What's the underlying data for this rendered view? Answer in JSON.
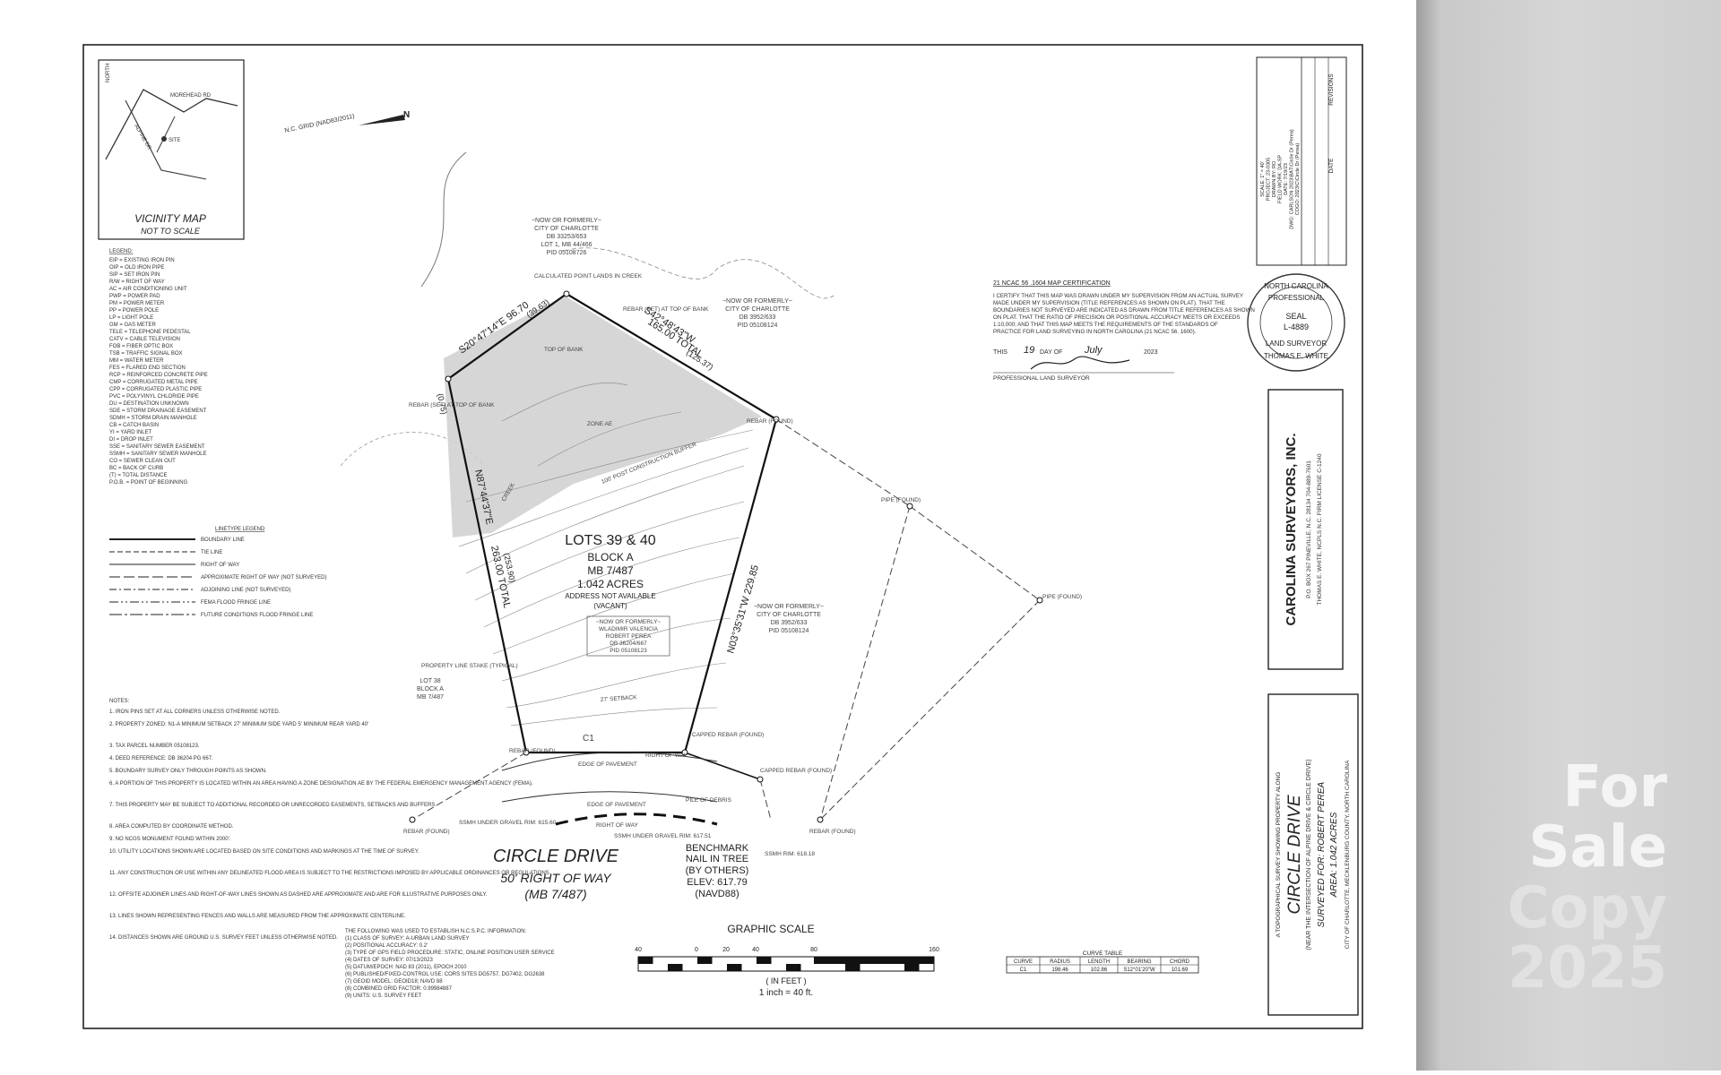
{
  "vicinity_map": {
    "title": "VICINITY MAP",
    "subtitle": "NOT TO SCALE",
    "roads": [
      "MOREHEAD RD",
      "ALPINE DR",
      "SITE"
    ]
  },
  "grid": {
    "north": "N.C. GRID (NAD83/2011)"
  },
  "legend": {
    "title": "LEGEND:",
    "items": [
      "EIP = EXISTING IRON PIN",
      "OIP = OLD IRON PIPE",
      "SIP = SET IRON PIN",
      "R/W = RIGHT OF WAY",
      "AC = AIR CONDITIONING UNIT",
      "PWP = POWER PAD",
      "PM = POWER METER",
      "PP = POWER POLE",
      "LP = LIGHT POLE",
      "GM = GAS METER",
      "TELE = TELEPHONE PEDESTAL",
      "CATV = CABLE TELEVISION",
      "FOB = FIBER OPTIC BOX",
      "TSB = TRAFFIC SIGNAL BOX",
      "MM = WATER METER",
      "FES = FLARED END SECTION",
      "RCP = REINFORCED CONCRETE PIPE",
      "CMP = CORRUGATED METAL PIPE",
      "CPP = CORRUGATED PLASTIC PIPE",
      "PVC = POLYVINYL CHLORIDE PIPE",
      "DU = DESTINATION UNKNOWN",
      "SDE = STORM DRAINAGE EASEMENT",
      "SDMH = STORM DRAIN MANHOLE",
      "CB = CATCH BASIN",
      "YI = YARD INLET",
      "DI = DROP INLET",
      "SSE = SANITARY SEWER EASEMENT",
      "SSMH = SANITARY SEWER MANHOLE",
      "CO = SEWER CLEAN OUT",
      "BC = BACK OF CURB",
      "(T) = TOTAL DISTANCE",
      "P.O.B. = POINT OF BEGINNING"
    ]
  },
  "linetype_legend": {
    "title": "LINETYPE LEGEND",
    "items": [
      "BOUNDARY LINE",
      "TIE LINE",
      "RIGHT OF WAY",
      "APPROXIMATE RIGHT OF WAY (NOT SURVEYED)",
      "ADJOINING LINE (NOT SURVEYED)",
      "FEMA FLOOD FRINGE LINE",
      "FUTURE CONDITIONS FLOOD FRINGE LINE"
    ]
  },
  "notes": {
    "title": "NOTES:",
    "items": [
      "1. IRON PINS SET AT ALL CORNERS UNLESS OTHERWISE NOTED.",
      "2. PROPERTY ZONED: N1-A MINIMUM SETBACK 27' MINIMUM SIDE YARD 5' MINIMUM REAR YARD 40'",
      "3. TAX PARCEL NUMBER 05108123.",
      "4. DEED REFERENCE: DB 36204 PG 667.",
      "5. BOUNDARY SURVEY ONLY THROUGH POINTS AS SHOWN.",
      "6. A PORTION OF THIS PROPERTY IS LOCATED WITHIN AN AREA HAVING A ZONE DESIGNATION AE BY THE FEDERAL EMERGENCY MANAGEMENT AGENCY (FEMA).",
      "7. THIS PROPERTY MAY BE SUBJECT TO ADDITIONAL RECORDED OR UNRECORDED EASEMENTS, SETBACKS AND BUFFERS.",
      "8. AREA COMPUTED BY COORDINATE METHOD.",
      "9. NO NCGS MONUMENT FOUND WITHIN 2000'.",
      "10. UTILITY LOCATIONS SHOWN ARE LOCATED BASED ON SITE CONDITIONS AND MARKINGS AT THE TIME OF SURVEY.",
      "11. ANY CONSTRUCTION OR USE WITHIN ANY DELINEATED FLOOD AREA IS SUBJECT TO THE RESTRICTIONS IMPOSED BY APPLICABLE ORDINANCES OR REGULATIONS.",
      "12. OFFSITE ADJOINER LINES AND RIGHT-OF-WAY LINES SHOWN AS DASHED ARE APPROXIMATE AND ARE FOR ILLUSTRATIVE PURPOSES ONLY.",
      "13. LINES SHOWN REPRESENTING FENCES AND WALLS ARE MEASURED FROM THE APPROXIMATE CENTERLINE.",
      "14. DISTANCES SHOWN ARE GROUND U.S. SURVEY FEET UNLESS OTHERWISE NOTED."
    ]
  },
  "adjoiners": {
    "north": [
      "~NOW OR FORMERLY~",
      "CITY OF CHARLOTTE",
      "DB 33253/653",
      "LOT 1, MB 44/466",
      "PID 05108726"
    ],
    "east": [
      "~NOW OR FORMERLY~",
      "CITY OF CHARLOTTE",
      "DB 3952/633",
      "PID 05108124"
    ],
    "southeast": [
      "~NOW OR FORMERLY~",
      "CITY OF CHARLOTTE",
      "DB 3952/633",
      "PID 05108124"
    ],
    "west": [
      "LOT 38",
      "BLOCK A",
      "MB 7/487"
    ]
  },
  "owner_box": [
    "~NOW OR FORMERLY~",
    "WLADIMIR VALENCIA",
    "ROBERT PEREA",
    "DB 36204/667",
    "PID 05108123"
  ],
  "lot": {
    "title": "LOTS 39 & 40",
    "block": "BLOCK A",
    "map_book": "MB 7/487",
    "area": "1.042 ACRES",
    "address": "ADDRESS NOT AVAILABLE",
    "status": "(VACANT)"
  },
  "bearings": {
    "b1": "S20°47'14\"E 96.70",
    "b1_sub": "(39.63)",
    "b2": "S42°48'43\"W",
    "b2_total": "165.00 TOTAL",
    "b2_sub": "(125.37)",
    "b3": "N87°44'37\"E",
    "b3_total": "263.00 TOTAL",
    "b3_sub": "(253.90)",
    "b4": "N03°35'31\"W 229.85",
    "b5": "(0.75)"
  },
  "labels": {
    "calc_point": "CALCULATED POINT LANDS IN CREEK",
    "rebar_set_1": "REBAR (SET) AT TOP OF BANK",
    "rebar_set_2": "REBAR (SET) AT TOP OF BANK",
    "rebar_found": "REBAR (FOUND)",
    "pipe_found": "PIPE (FOUND)",
    "top_of_bank": "TOP OF BANK",
    "zone_ae": "ZONE AE",
    "buffer": "100' POST CONSTRUCTION BUFFER",
    "creek": "CREEK",
    "setback": "27' SETBACK",
    "property_stake": "PROPERTY LINE STAKE (TYPICAL)",
    "c1": "C1",
    "capped_rebar": "CAPPED REBAR (FOUND)",
    "right_of_way": "RIGHT OF WAY",
    "edge_pavement": "EDGE OF PAVEMENT",
    "pile_debris": "PILE OF DEBRIS",
    "ssmh1": "SSMH UNDER GRAVEL RIM: 615.60",
    "ssmh2": "SSMH UNDER GRAVEL RIM: 617.51",
    "ssmh3": "SSMH RIM: 618.18",
    "rebar_found_2": "REBAR (FOUND)"
  },
  "road": {
    "name": "CIRCLE DRIVE",
    "row": "50' RIGHT OF WAY",
    "mb": "(MB 7/487)"
  },
  "benchmark": [
    "BENCHMARK",
    "NAIL IN TREE",
    "(BY OTHERS)",
    "ELEV: 617.79",
    "(NAVD88)"
  ],
  "gps_info": [
    "THE FOLLOWING WAS USED TO ESTABLISH N.C.S.P.C. INFORMATION:",
    "(1) CLASS OF SURVEY: A-URBAN LAND SURVEY",
    "(2) POSITIONAL ACCURACY: 0.2'",
    "(3) TYPE OF GPS FIELD PROCEDURE: STATIC, ONLINE POSITION USER SERVICE",
    "(4) DATES OF SURVEY: 07/13/2023",
    "(5) DATUM/EPOCH: NAD 83 (2011), EPOCH 2010",
    "(6) PUBLISHED/FIXED-CONTROL USE: CORS SITES DG5757, DG7402, DG2638",
    "(7) GEOID MODEL: GEOID18; NAVD 88",
    "(8) COMBINED GRID FACTOR: 0.99984887",
    "(9) UNITS: U.S. SURVEY FEET"
  ],
  "graphic_scale": {
    "title": "GRAPHIC SCALE",
    "ticks": [
      "40",
      "0",
      "20",
      "40",
      "80",
      "160"
    ],
    "unit": "( IN FEET )",
    "ratio": "1 inch = 40 ft."
  },
  "curve_table": {
    "title": "CURVE TABLE",
    "headers": [
      "CURVE",
      "RADIUS",
      "LENGTH",
      "BEARING",
      "CHORD"
    ],
    "row": [
      "C1",
      "198.46",
      "102.86",
      "S12°01'20\"W",
      "101.69"
    ]
  },
  "certification": {
    "title": "21 NCAC 56 .1604 MAP CERTIFICATION",
    "body": "I CERTIFY THAT THIS MAP WAS DRAWN UNDER MY SUPERVISION FROM AN ACTUAL SURVEY MADE UNDER MY SUPERVISION (TITLE REFERENCES AS SHOWN ON PLAT). THAT THE BOUNDARIES NOT SURVEYED ARE INDICATED AS DRAWN FROM TITLE REFERENCES AS SHOWN ON PLAT. THAT THE RATIO OF PRECISION OR POSITIONAL ACCURACY MEETS OR EXCEEDS 1:10,000; AND THAT THIS MAP MEETS THE REQUIREMENTS OF THE STANDARDS OF PRACTICE FOR LAND SURVEYING IN NORTH CAROLINA (21 NCAC 56. 1600).",
    "this": "THIS",
    "day": "19",
    "day_of": "DAY OF",
    "month": "July",
    "year": "2023",
    "signer": "PROFESSIONAL LAND SURVEYOR"
  },
  "seal": {
    "line1": "NORTH CAROLINA",
    "line2": "PROFESSIONAL",
    "seal": "SEAL",
    "license": "L-4889",
    "line3": "LAND SURVEYOR",
    "name": "THOMAS E. WHITE"
  },
  "title_block": {
    "info": [
      "SCALE: 1\" = 40'",
      "PROJECT: 23-0305",
      "DRAWN BY: RO",
      "FIELD WORK: DA-SP",
      "DATE: 7/19/23",
      "DWG: CARLSON 2023\\BAT\\Circle Dr (Perea)",
      "COGO: 2023\\C\\Circle Dr (Perea)"
    ],
    "revisions": "REVISIONS",
    "date_col": "DATE",
    "company": "CAROLINA SURVEYORS, INC.",
    "company_sub": [
      "P.O. BOX 267  PINEVILLE, N.C. 28134  704-889-7601",
      "THOMAS E. WHITE, NCPLS  N.C. FIRM LICENSE C-1240"
    ],
    "survey_type": "A TOPOGRAPHICAL SURVEY SHOWING PROPERTY ALONG",
    "project_name": "CIRCLE DRIVE",
    "near": "(NEAR THE INTERSECTION OF ALPINE DRIVE & CIRCLE DRIVE)",
    "surveyed_for": "SURVEYED FOR: ROBERT PEREA",
    "area": "AREA: 1.042 ACRES",
    "location": "CITY OF CHARLOTTE, MECKLENBURG COUNTY, NORTH CAROLINA"
  },
  "watermark": {
    "line1": "For Sale",
    "line2": "Copy 2025"
  }
}
